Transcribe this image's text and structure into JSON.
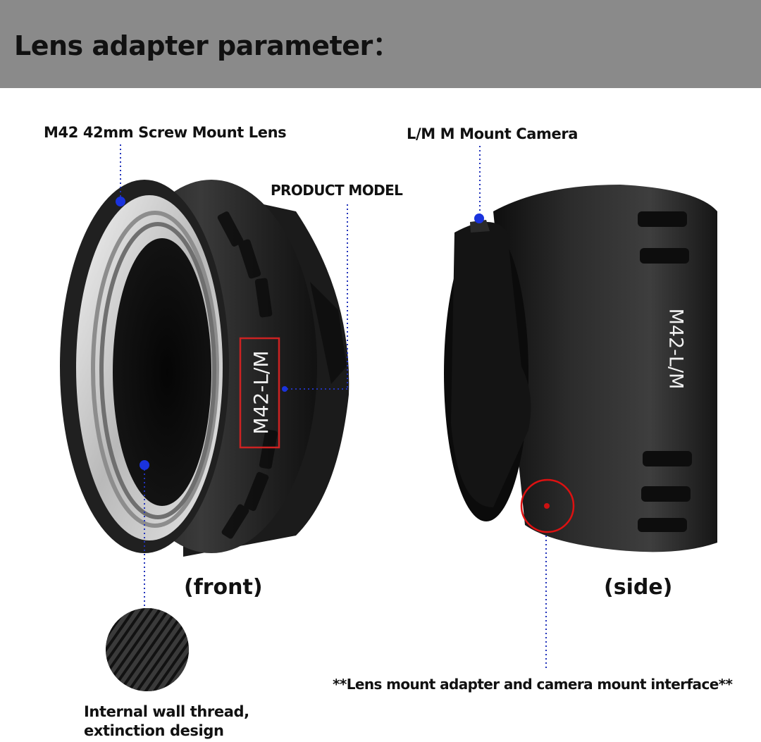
{
  "header": {
    "title": "Lens adapter parameter："
  },
  "labels": {
    "lens_mount": "M42 42mm Screw Mount Lens",
    "camera_mount": "L/M M Mount Camera",
    "product_model": "PRODUCT MODEL",
    "front": "(front)",
    "side": "(side)",
    "interface_note": "**Lens mount adapter and camera mount interface**",
    "thread_line1": "Internal wall thread,",
    "thread_line2": "extinction design"
  },
  "engraving": {
    "front_model": "M42-L/M",
    "side_model": "M42-L/M"
  },
  "colors": {
    "header_bg": "#8a8a8a",
    "leader_line": "#2233bb",
    "marker_dot": "#1a33dd",
    "highlight_box": "#cc2222",
    "highlight_circle": "#dd1111",
    "red_dot": "#cc1111"
  }
}
